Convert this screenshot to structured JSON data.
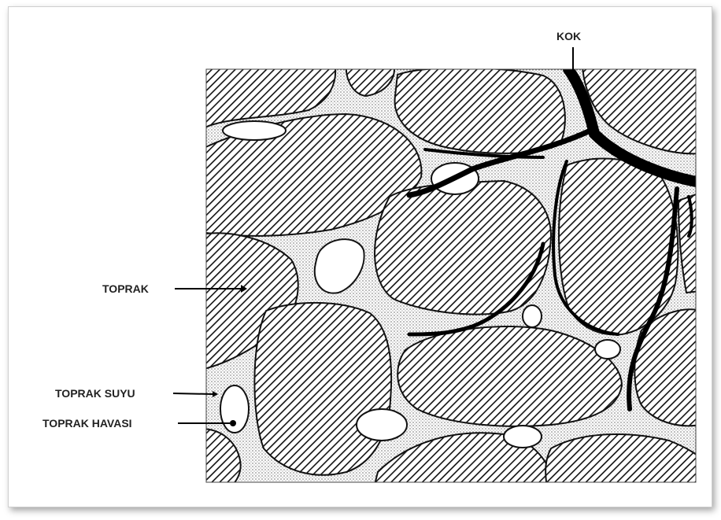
{
  "labels": {
    "root": "KOK",
    "soil": "TOPRAK",
    "soil_water": "TOPRAK SUYU",
    "soil_air": "TOPRAK HAVASI"
  }
}
